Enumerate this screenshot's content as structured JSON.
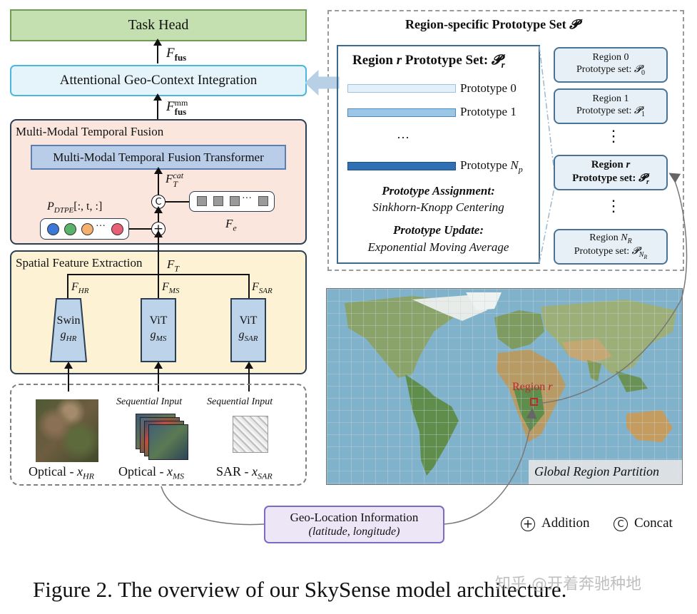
{
  "left": {
    "task_head": "Task Head",
    "f_fus": "F",
    "f_fus_sub": "fus",
    "attn": "Attentional Geo-Context Integration",
    "f_fus_mm_sup": "mm",
    "mmtf_title": "Multi-Modal Temporal Fusion",
    "mmtf_transformer": "Multi-Modal Temporal Fusion Transformer",
    "f_t_cat_sup": "cat",
    "f_t_cat_sub": "T",
    "p_dtpe": "P",
    "p_dtpe_sub": "DTPE",
    "p_dtpe_idx": "[:, t, :]",
    "f_e": "F",
    "f_e_sub": "e",
    "concat_symbol": "C",
    "add_symbol": "+",
    "ellipsis": "···",
    "sfe_title": "Spatial Feature Extraction",
    "f_t_sub": "T",
    "f_hr_sub": "HR",
    "f_ms_sub": "MS",
    "f_sar_sub": "SAR",
    "enc1_name": "Swin",
    "enc1_g": "g",
    "enc1_sub": "HR",
    "enc2_name": "ViT",
    "enc2_g": "g",
    "enc2_sub": "MS",
    "enc3_name": "ViT",
    "enc3_g": "g",
    "enc3_sub": "SAR",
    "seq1": "Sequential Input",
    "seq2": "Sequential Input",
    "in1_label": "Optical - ",
    "in1_var": "x",
    "in1_sub": "HR",
    "in2_label": "Optical - ",
    "in2_var": "x",
    "in2_sub": "MS",
    "in3_label": "SAR - ",
    "in3_var": "x",
    "in3_sub": "SAR"
  },
  "right": {
    "prototype_set_title": "Region-specific Prototype Set ",
    "prototype_set_symbol": "𝓟",
    "region_r_title": "Region ",
    "region_r_var": "r",
    "region_r_rest": " Prototype Set: ",
    "region_r_symbol": "𝓟",
    "region_r_sub": "r",
    "proto0": "Prototype 0",
    "proto1": "Prototype 1",
    "proto_dots": "···",
    "protoN": "Prototype ",
    "protoN_var": "N",
    "protoN_sub": "p",
    "assign_title": "Prototype Assignment:",
    "assign_desc": "Sinkhorn-Knopp Centering",
    "update_title": "Prototype Update:",
    "update_desc": "Exponential Moving Average",
    "regions": [
      {
        "l1": "Region 0",
        "l2": "Prototype set: ",
        "sym": "𝓟",
        "sub": "0"
      },
      {
        "l1": "Region 1",
        "l2": "Prototype set: ",
        "sym": "𝓟",
        "sub": "1"
      },
      {
        "l1": "Region ",
        "l1var": "r",
        "l2": "Prototype set: ",
        "sym": "𝓟",
        "sub": "r"
      },
      {
        "l1": "Region ",
        "l1var": "N",
        "l1sub": "R",
        "l2": "Prototype set: ",
        "sym": "𝓟",
        "sub": "N",
        "subsub": "R"
      }
    ],
    "vdots": "⋮",
    "map_region_label": "Region ",
    "map_region_var": "r",
    "map_caption": "Global Region Partition"
  },
  "geo": {
    "title": "Geo-Location Information",
    "subtitle": "(latitude, longitude)"
  },
  "legend": {
    "add_symbol": "+",
    "add_label": "Addition",
    "concat_symbol": "C",
    "concat_label": "Concat"
  },
  "caption": "Figure 2. The overview of our SkySense model architecture.",
  "watermark": "知乎 @开着奔驰种地",
  "colors": {
    "task_head": "#c5e0b0",
    "attn": "#e5f3fb",
    "mmtf_bg": "#fbe6de",
    "transformer": "#b9cde9",
    "sfe_bg": "#fdf3d4",
    "encoder": "#bdd3ea",
    "region_box": "#e6f0f6",
    "geo_box": "#ece6f7",
    "map_ocean": "#7fb1c9"
  }
}
